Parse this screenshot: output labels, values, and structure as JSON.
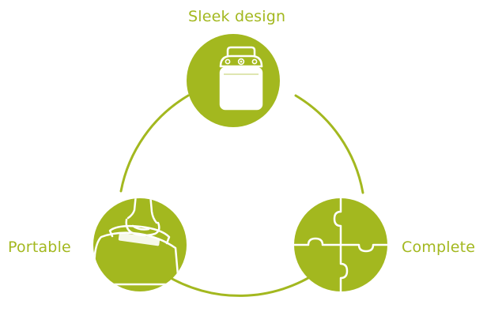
{
  "diagram": {
    "accent_color": "#a3b81f",
    "features": [
      {
        "label": "Sleek design",
        "icon": "device-front-icon"
      },
      {
        "label": "Portable",
        "icon": "hand-carrying-device-icon"
      },
      {
        "label": "Complete",
        "icon": "puzzle-pieces-icon"
      }
    ]
  }
}
